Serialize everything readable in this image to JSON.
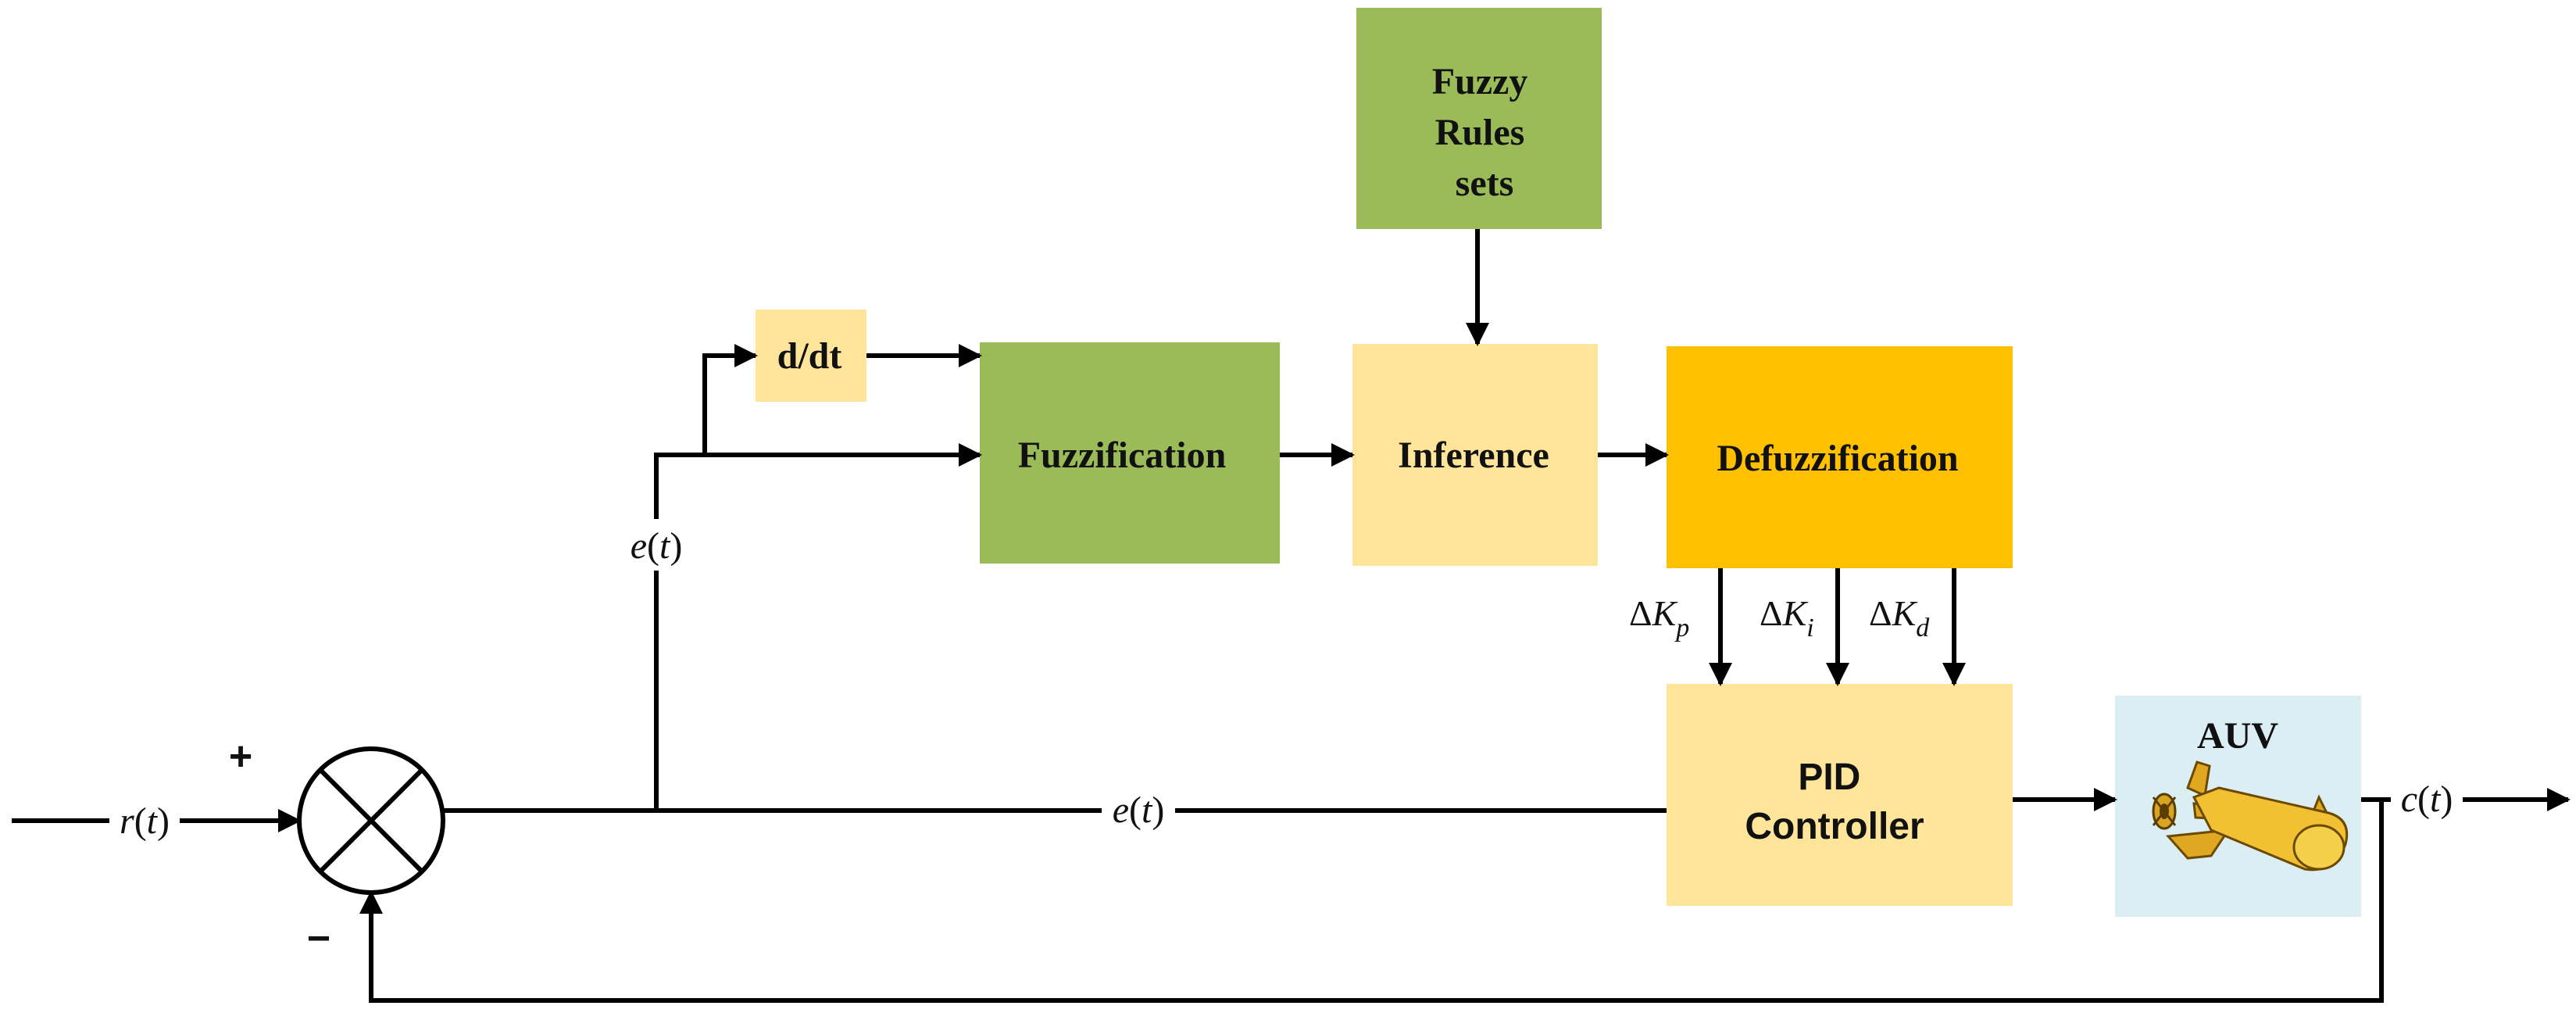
{
  "blocks": {
    "fuzzy_rules": {
      "lines": [
        "Fuzzy",
        "Rules",
        "sets"
      ]
    },
    "derivative": {
      "label": "d/dt"
    },
    "fuzzification": {
      "label": "Fuzzification"
    },
    "inference": {
      "label": "Inference"
    },
    "defuzzification": {
      "label": "Defuzzification"
    },
    "pid": {
      "lines": [
        "PID",
        "Controller"
      ]
    },
    "auv": {
      "label": "AUV"
    }
  },
  "signals": {
    "reference": {
      "name": "r",
      "arg": "t"
    },
    "error_branch": {
      "name": "e",
      "arg": "t"
    },
    "error_main": {
      "name": "e",
      "arg": "t"
    },
    "output": {
      "name": "c",
      "arg": "t"
    },
    "delta": "Δ",
    "gain": "K",
    "delta_kp_sub": "p",
    "delta_ki_sub": "i",
    "delta_kd_sub": "d"
  },
  "summing_junction": {
    "plus": "+",
    "minus": "−"
  },
  "colors": {
    "green_block": "#9bbb59",
    "light_yellow_block": "#ffe599",
    "orange_block": "#ffc000",
    "auv_background": "#daeef3",
    "auv_body": "#f2c033"
  }
}
